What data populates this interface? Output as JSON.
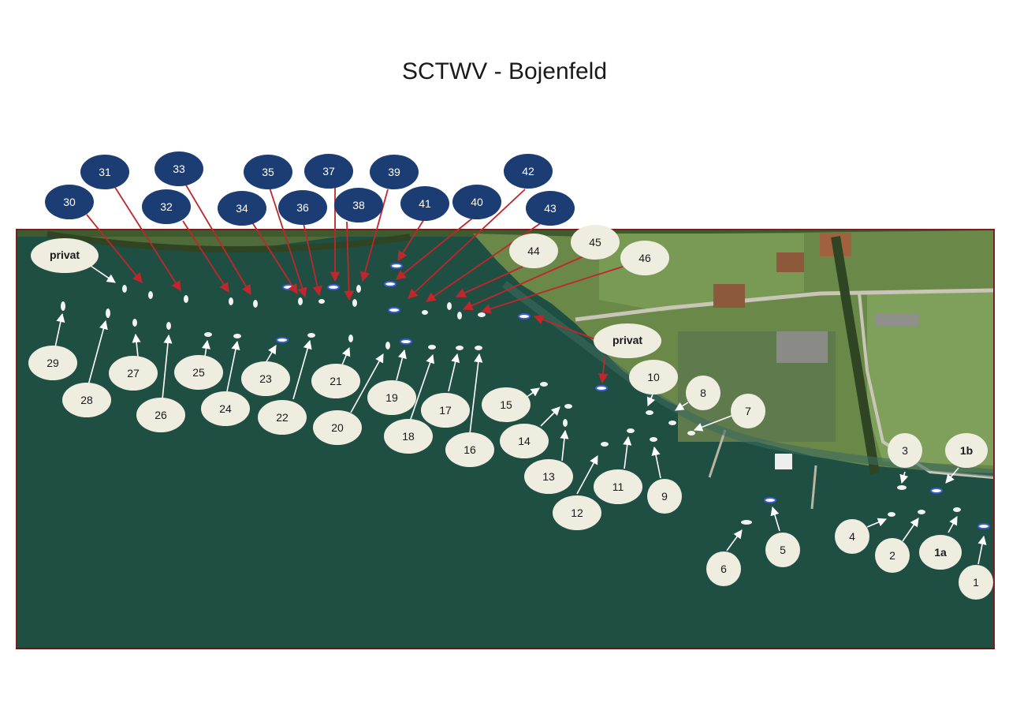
{
  "title": "SCTWV - Bojenfeld",
  "colors": {
    "water": "#1f4f43",
    "shore_grass": "#5e7a3e",
    "field": "#6f8d4a",
    "navy_bubble": "#1c3d73",
    "cream_bubble": "#efece0",
    "red_arrow": "#c0262b",
    "white_arrow": "#ffffff",
    "frame": "#7a1f1f"
  },
  "labels": {
    "privat_1": "privat",
    "privat_2": "privat"
  },
  "navy_buoys": [
    "30",
    "31",
    "32",
    "33",
    "34",
    "35",
    "36",
    "37",
    "38",
    "39",
    "40",
    "41",
    "42",
    "43"
  ],
  "cream_buoys": [
    "1",
    "1a",
    "1b",
    "2",
    "3",
    "4",
    "5",
    "6",
    "7",
    "8",
    "9",
    "10",
    "11",
    "12",
    "13",
    "14",
    "15",
    "16",
    "17",
    "18",
    "19",
    "20",
    "21",
    "22",
    "23",
    "24",
    "25",
    "26",
    "27",
    "28",
    "29",
    "44",
    "45",
    "46"
  ]
}
